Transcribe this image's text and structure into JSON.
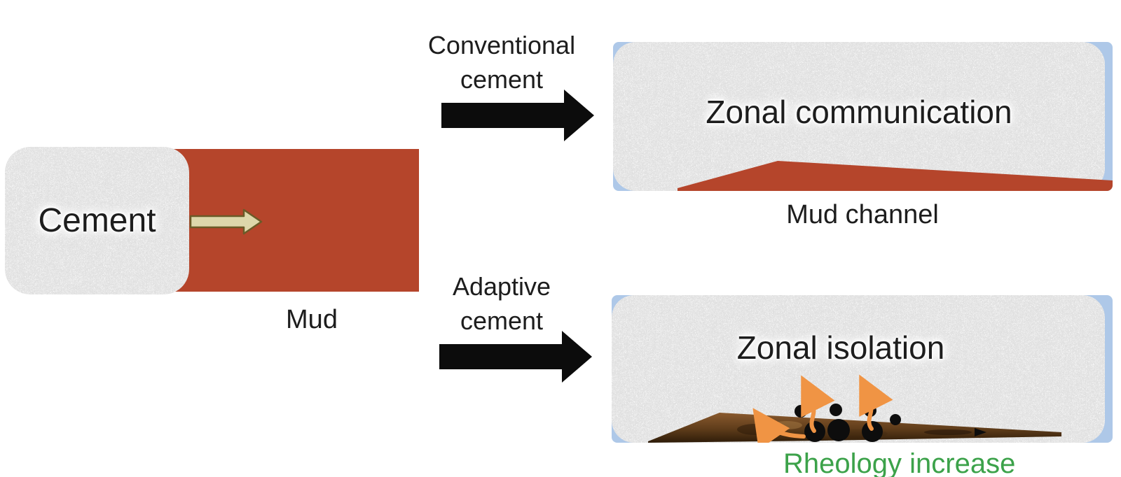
{
  "figure": {
    "left_group": {
      "cement_label": "Cement",
      "mud_label": "Mud",
      "flow_arrow_icon": "tan-right-arrow"
    },
    "paths": {
      "conventional": {
        "line1": "Conventional",
        "line2": "cement",
        "arrow_icon": "black-right-arrow",
        "result_label": "Zonal communication",
        "caption": "Mud channel"
      },
      "adaptive": {
        "line1": "Adaptive",
        "line2": "cement",
        "arrow_icon": "black-right-arrow",
        "result_label": "Zonal isolation",
        "caption": "Rheology increase",
        "particles_icon": "black-particle-dots",
        "degassing_icon": "orange-wavy-up-arrows"
      }
    },
    "colors": {
      "mud_red": "#b5452b",
      "channel_brown_light": "#8a5a2e",
      "channel_brown_dark": "#40280f",
      "casing_blue": "#aec8e8",
      "granite_gray": "#c9c9c9",
      "black_arrow": "#0c0c0c",
      "tan_arrow_fill": "#ddd7ab",
      "tan_arrow_outline": "#6b5b28",
      "rheology_green": "#3ca24a",
      "orange_arrow": "#f09444",
      "text_dark": "#1d1d1d"
    }
  }
}
